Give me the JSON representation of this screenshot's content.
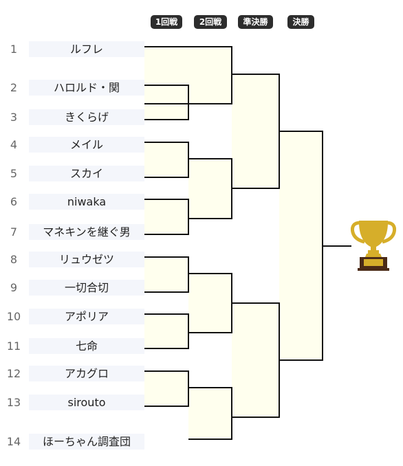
{
  "rounds": [
    "1回戦",
    "2回戦",
    "準決勝",
    "決勝"
  ],
  "entrants": [
    {
      "seed": "1",
      "name": "ルフレ"
    },
    {
      "seed": "2",
      "name": "ハロルド・関"
    },
    {
      "seed": "3",
      "name": "きくらげ"
    },
    {
      "seed": "4",
      "name": "メイル"
    },
    {
      "seed": "5",
      "name": "スカイ"
    },
    {
      "seed": "6",
      "name": "niwaka"
    },
    {
      "seed": "7",
      "name": "マネキンを継ぐ男"
    },
    {
      "seed": "8",
      "name": "リュウゼツ"
    },
    {
      "seed": "9",
      "name": "一切合切"
    },
    {
      "seed": "10",
      "name": "アポリア"
    },
    {
      "seed": "11",
      "name": "七命"
    },
    {
      "seed": "12",
      "name": "アカグロ"
    },
    {
      "seed": "13",
      "name": "sirouto"
    },
    {
      "seed": "14",
      "name": "ほーちゃん調査団"
    }
  ],
  "colors": {
    "match_fill": "#ffffee",
    "line": "#111111",
    "label_bg": "#2d2d2d",
    "name_bg": "#f4f6fb",
    "trophy_gold": "#d6ae2a",
    "trophy_base": "#4a2a17"
  },
  "icons": {
    "champion": "trophy-icon"
  }
}
